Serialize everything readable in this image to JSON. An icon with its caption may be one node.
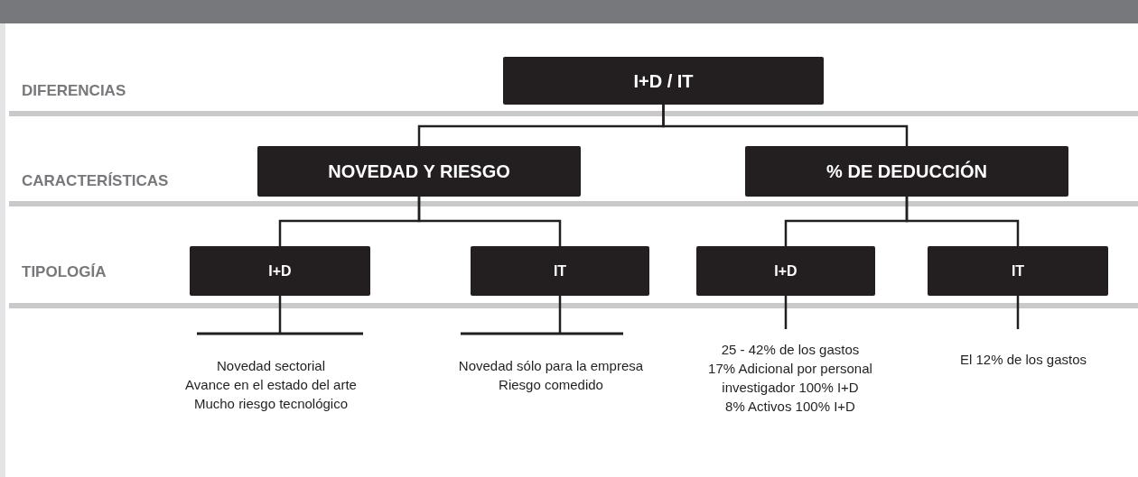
{
  "diagram": {
    "nodes": [
      {
        "text": [
          "I+D / IT"
        ]
      },
      {
        "text": [
          "NOVEDAD Y RIESGO"
        ]
      },
      {
        "text": [
          "% DE DEDUCCIÓN"
        ]
      },
      {
        "text": [
          "I+D"
        ]
      },
      {
        "text": [
          "IT"
        ]
      },
      {
        "text": [
          "I+D"
        ]
      },
      {
        "text": [
          "IT"
        ]
      },
      {
        "text": [
          "Novedad sectorial",
          "Avance en el estado del arte",
          "Mucho riesgo tecnológico"
        ]
      },
      {
        "text": [
          "Novedad sólo para la empresa",
          "Riesgo comedido"
        ]
      },
      {
        "text": [
          "25 - 42% de los gastos",
          "17% Adicional por personal investigador 100% I+D",
          "8% Activos 100% I+D"
        ]
      },
      {
        "text": [
          "El 12% de los gastos"
        ]
      }
    ],
    "edges": [
      {
        "from": 0,
        "to": 1,
        "arrow": "none"
      },
      {
        "from": 0,
        "to": 2,
        "arrow": "none"
      },
      {
        "from": 1,
        "to": 3,
        "arrow": "none"
      },
      {
        "from": 1,
        "to": 4,
        "arrow": "none"
      },
      {
        "from": 2,
        "to": 5,
        "arrow": "none"
      },
      {
        "from": 2,
        "to": 6,
        "arrow": "none"
      },
      {
        "from": 3,
        "to": 7,
        "arrow": "none"
      },
      {
        "from": 4,
        "to": 8,
        "arrow": "none"
      },
      {
        "from": 5,
        "to": 9,
        "arrow": "none"
      },
      {
        "from": 6,
        "to": 10,
        "arrow": "none"
      }
    ],
    "labels": [
      "DIFERENCIAS",
      "CARACTERÍSTICAS",
      "TIPOLOGÍA"
    ]
  }
}
